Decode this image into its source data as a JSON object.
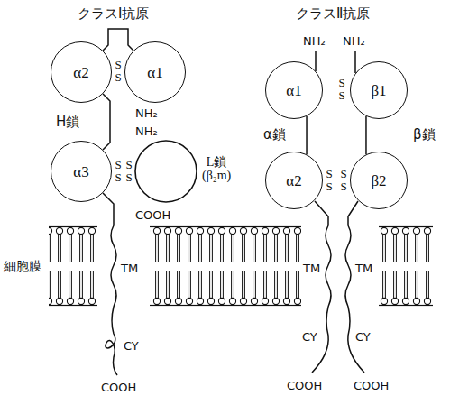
{
  "diagram": {
    "nodes": [
      {
        "text": [
          "α2"
        ]
      },
      {
        "text": [
          "α1"
        ]
      },
      {
        "text": [
          "α3"
        ]
      },
      {
        "text": [
          "α1"
        ]
      },
      {
        "text": [
          "β1"
        ]
      },
      {
        "text": [
          "α2"
        ]
      },
      {
        "text": [
          "β2"
        ]
      }
    ],
    "edges": [
      {
        "from": 1,
        "to": 0,
        "arrow": "none"
      },
      {
        "from": 0,
        "to": 2,
        "arrow": "none"
      },
      {
        "from": 3,
        "to": 5,
        "arrow": "none"
      },
      {
        "from": 4,
        "to": 6,
        "arrow": "none"
      }
    ],
    "labels": [
      "クラスⅠ抗原",
      "クラスⅡ抗原",
      "S S",
      "NH₂",
      "H鎖",
      "NH₂",
      "S S",
      "S S",
      "L鎖 (β₂m)",
      "COOH",
      "細胞膜",
      "TM",
      "CY",
      "COOH",
      "NH₂",
      "NH₂",
      "S S",
      "α鎖",
      "β鎖",
      "S S",
      "S S",
      "TM",
      "TM",
      "CY",
      "CY",
      "COOH",
      "COOH"
    ]
  }
}
